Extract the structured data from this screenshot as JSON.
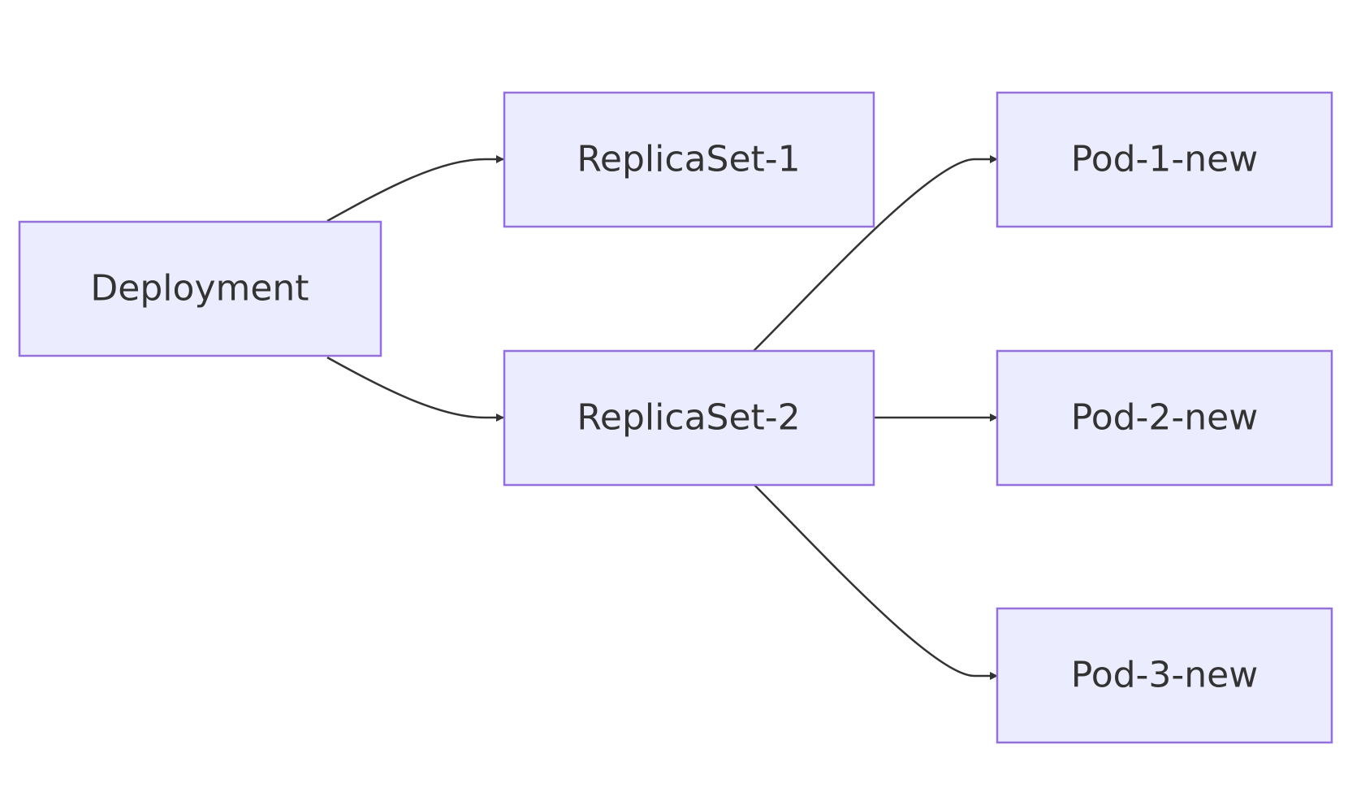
{
  "diagram": {
    "type": "flowchart",
    "direction": "left-to-right",
    "nodes": [
      {
        "id": "deployment",
        "label": "Deployment"
      },
      {
        "id": "rs1",
        "label": "ReplicaSet-1"
      },
      {
        "id": "rs2",
        "label": "ReplicaSet-2"
      },
      {
        "id": "pod1",
        "label": "Pod-1-new"
      },
      {
        "id": "pod2",
        "label": "Pod-2-new"
      },
      {
        "id": "pod3",
        "label": "Pod-3-new"
      }
    ],
    "edges": [
      {
        "from": "deployment",
        "to": "rs1"
      },
      {
        "from": "deployment",
        "to": "rs2"
      },
      {
        "from": "rs2",
        "to": "pod1"
      },
      {
        "from": "rs2",
        "to": "pod2"
      },
      {
        "from": "rs2",
        "to": "pod3"
      }
    ],
    "colors": {
      "node_fill": "#ececff",
      "node_stroke": "#9370db",
      "edge": "#333333",
      "text": "#333333"
    }
  }
}
